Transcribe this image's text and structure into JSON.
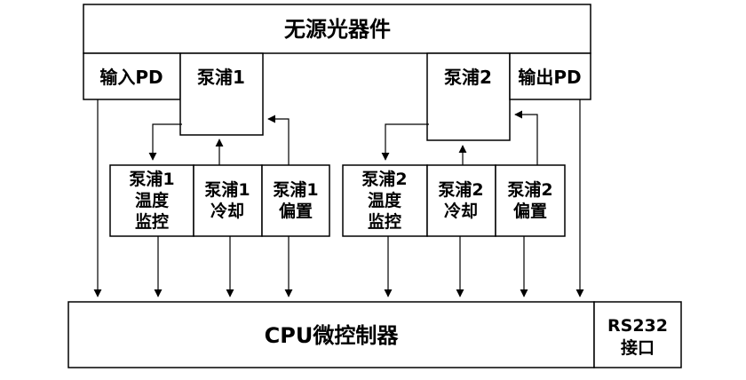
{
  "passive": "无源光器件",
  "input_pd": "输入PD",
  "pump1": "泵浦1",
  "pump2": "泵浦2",
  "output_pd": "输出PD",
  "p1_temp": [
    "泵浦1",
    "温度",
    "监控"
  ],
  "p1_cool": [
    "泵浦1",
    "冷却"
  ],
  "p1_bias": [
    "泵浦1",
    "偏置"
  ],
  "p2_temp": [
    "泵浦2",
    "温度",
    "监控"
  ],
  "p2_cool": [
    "泵浦2",
    "冷却"
  ],
  "p2_bias": [
    "泵浦2",
    "偏置"
  ],
  "cpu": "CPU微控制器",
  "rs232": [
    "RS232",
    "接口"
  ],
  "colors": {
    "line": "#000000",
    "fill": "#ffffff"
  }
}
